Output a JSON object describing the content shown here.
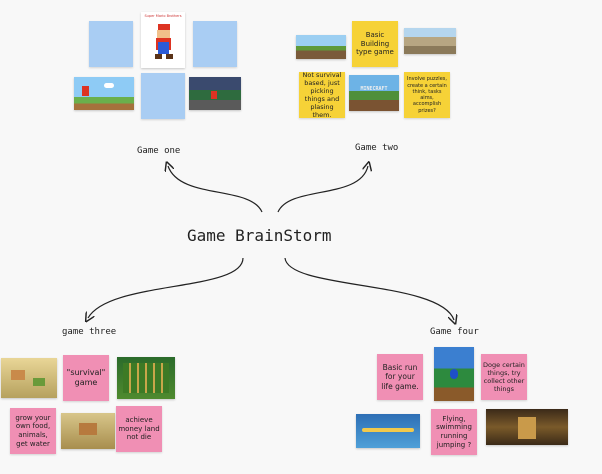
{
  "center": {
    "title": "Game BrainStorm"
  },
  "branches": {
    "one": {
      "label": "Game one"
    },
    "two": {
      "label": "Game two"
    },
    "three": {
      "label": "game three"
    },
    "four": {
      "label": "Game four"
    }
  },
  "notes": {
    "two_basic": "Basic Building type game",
    "two_not_survival": "Not survival based, just picking things and plasing them.",
    "two_puzzles": "Involve puzzles, create a certain think, tasks aims, accomplish prizes?",
    "three_survival": "\"survival\" game",
    "three_grow": "grow your own food, animals, get water",
    "three_achieve": "achieve money land not die",
    "four_basic_run": "Basic run for your life game.",
    "four_doge": "Doge certain things, try collect other things",
    "four_flying": "Flying, swimming running jumping ?"
  },
  "images": {
    "mario_logo_text": "Super Mario Brothers",
    "minecraft_logo_text": "MINECRAFT"
  },
  "colors": {
    "blue_note": "#a9cdf3",
    "yellow_note": "#f6d237",
    "pink_note": "#f08fb4"
  }
}
